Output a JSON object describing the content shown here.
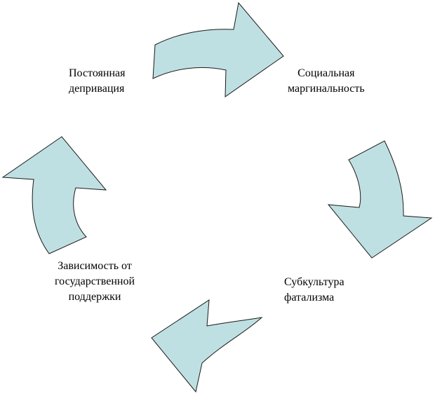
{
  "diagram": {
    "type": "cycle",
    "direction": "clockwise",
    "arrow_color": "#bfe0e2",
    "outline_color": "#1a1a1a",
    "nodes": [
      {
        "id": "top-left",
        "lines": [
          "Постоянная",
          "депривация"
        ]
      },
      {
        "id": "top-right",
        "lines": [
          "Социальная",
          "маргинальность"
        ]
      },
      {
        "id": "bottom-right",
        "lines": [
          "Субкультура",
          "фатализма"
        ]
      },
      {
        "id": "bottom-left",
        "lines": [
          "Зависимость от",
          "государственной",
          "поддержки"
        ]
      }
    ]
  }
}
